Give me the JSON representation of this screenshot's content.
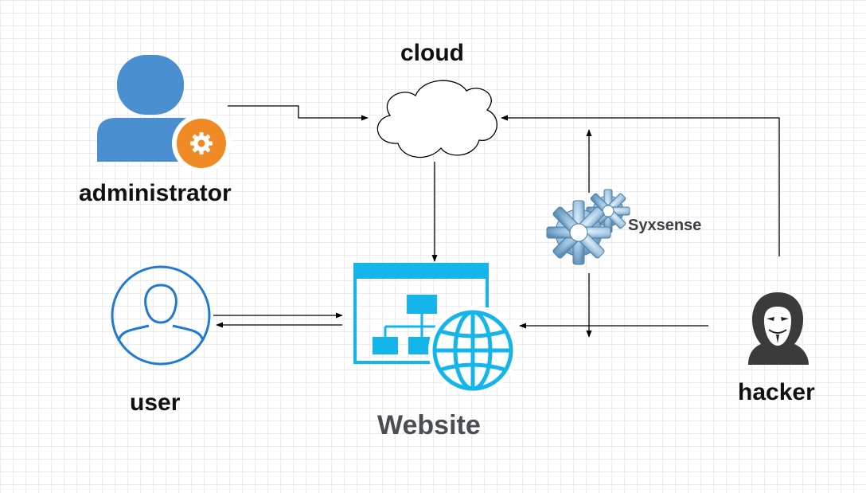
{
  "labels": {
    "cloud": "cloud",
    "administrator": "administrator",
    "user": "user",
    "website": "Website",
    "hacker": "hacker",
    "syxsense": "Syxsense"
  },
  "icons": {
    "administrator": "admin-user-gear-icon",
    "cloud": "cloud-icon",
    "user": "user-circle-icon",
    "website": "website-sitemap-globe-icon",
    "syxsense": "gears-icon",
    "hacker": "hacker-mask-icon"
  },
  "colors": {
    "admin_blue": "#4a90d0",
    "admin_badge": "#f08a24",
    "user_blue": "#1f7ad0",
    "website_cyan": "#13b5ea",
    "gear_blue": "#9ec4e0",
    "website_label": "#4a4d55",
    "hacker_dark": "#3b3b3b"
  }
}
